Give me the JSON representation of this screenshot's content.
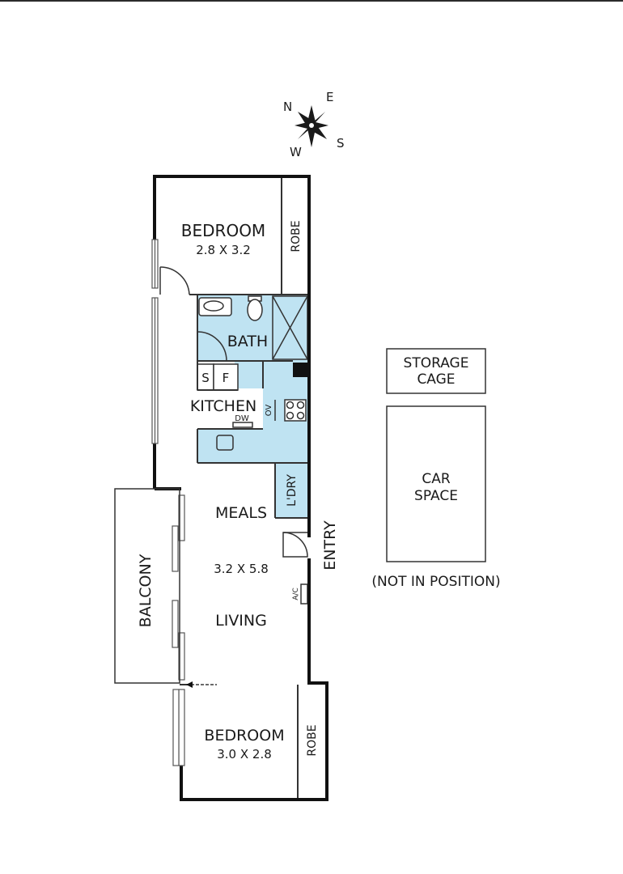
{
  "compass": {
    "n": "N",
    "e": "E",
    "s": "S",
    "w": "W"
  },
  "rooms": {
    "bedroom1": {
      "name": "BEDROOM",
      "size": "2.8 X 3.2",
      "robe": "ROBE"
    },
    "bath": "BATH",
    "s": "S",
    "f": "F",
    "kitchen": "KITCHEN",
    "dw": "DW",
    "ov": "OV",
    "laundry": "L'DRY",
    "meals": "MEALS",
    "living_size": "3.2 X 5.8",
    "living": "LIVING",
    "ac": "A/C",
    "entry": "ENTRY",
    "balcony": "BALCONY",
    "bedroom2": {
      "name": "BEDROOM",
      "size": "3.0 X 2.8",
      "robe": "ROBE"
    }
  },
  "storage": {
    "line1": "STORAGE",
    "line2": "CAGE"
  },
  "car": {
    "line1": "CAR",
    "line2": "SPACE",
    "note": "(NOT IN POSITION)"
  },
  "colors": {
    "wet_area": "#bfe3f2",
    "wall": "#111111",
    "line": "#333333"
  }
}
